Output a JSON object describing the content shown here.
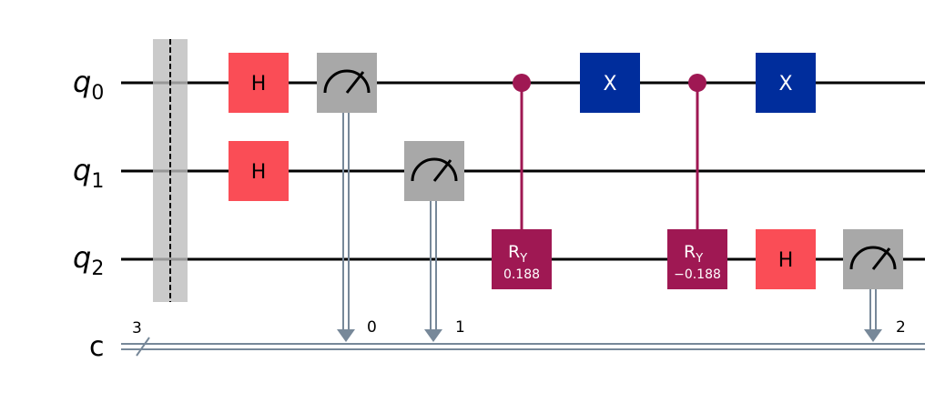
{
  "qubits": [
    {
      "name": "q",
      "index": "0"
    },
    {
      "name": "q",
      "index": "1"
    },
    {
      "name": "q",
      "index": "2"
    }
  ],
  "classical_register": {
    "name": "c",
    "size": "3"
  },
  "colors": {
    "h_gate": "#fa4d56",
    "measure": "#a8a8a8",
    "x_gate": "#002d9c",
    "controlled": "#9f1853",
    "barrier": "#bdbdbd",
    "classical_wire": "#778899"
  },
  "gates": [
    {
      "id": "h-q0",
      "type": "H",
      "label": "H",
      "qubit": 0
    },
    {
      "id": "h-q1",
      "type": "H",
      "label": "H",
      "qubit": 1
    },
    {
      "id": "measure-q0",
      "type": "measure",
      "qubit": 0,
      "clbit_label": "0",
      "icon": "meter-icon"
    },
    {
      "id": "measure-q1",
      "type": "measure",
      "qubit": 1,
      "clbit_label": "1",
      "icon": "meter-icon"
    },
    {
      "id": "cry-1",
      "type": "CRY",
      "label": "R",
      "sub": "Y",
      "param": "0.188",
      "control": 0,
      "target": 2
    },
    {
      "id": "x-1",
      "type": "X",
      "label": "X",
      "qubit": 0
    },
    {
      "id": "cry-2",
      "type": "CRY",
      "label": "R",
      "sub": "Y",
      "param": "−0.188",
      "control": 0,
      "target": 2
    },
    {
      "id": "x-2",
      "type": "X",
      "label": "X",
      "qubit": 0
    },
    {
      "id": "h-q2",
      "type": "H",
      "label": "H",
      "qubit": 2
    },
    {
      "id": "measure-q2",
      "type": "measure",
      "qubit": 2,
      "clbit_label": "2",
      "icon": "meter-icon"
    }
  ]
}
